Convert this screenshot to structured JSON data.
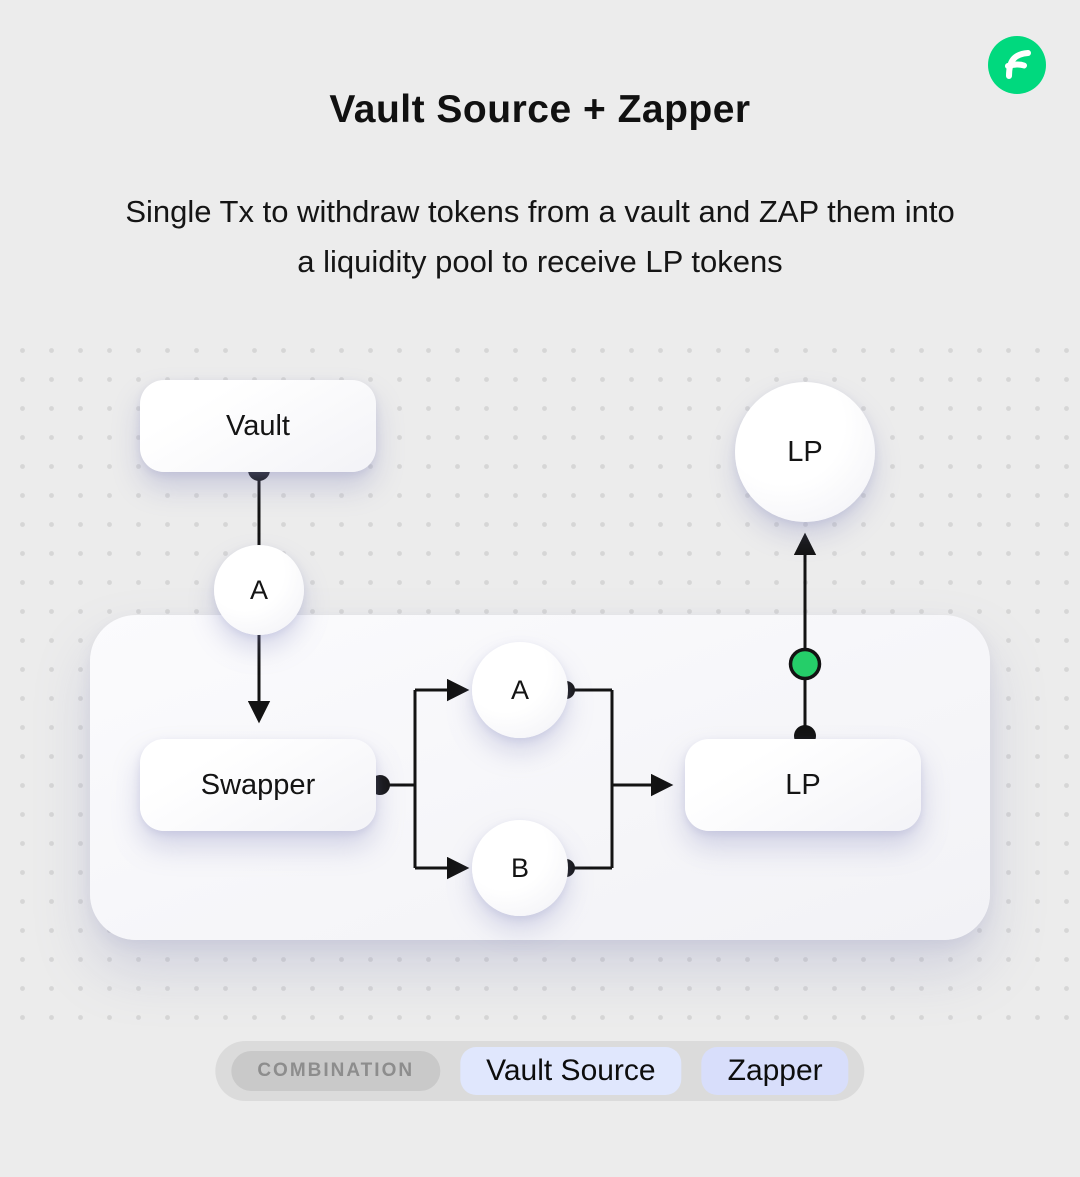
{
  "header": {
    "title": "Vault Source + Zapper",
    "subtitle": "Single Tx to withdraw tokens from a vault and ZAP them into a liquidity pool to receive LP tokens"
  },
  "diagram": {
    "vault_label": "Vault",
    "mid_token_label": "A",
    "swapper_label": "Swapper",
    "token_a_label": "A",
    "token_b_label": "B",
    "lp_pool_label": "LP",
    "lp_token_label": "LP"
  },
  "legend": {
    "badge": "COMBINATION",
    "tags": [
      "Vault Source",
      "Zapper"
    ]
  },
  "icons": {
    "brand_logo": "green-circle-f-glyph"
  },
  "colors": {
    "background": "#ececec",
    "logo_green": "#00d97e",
    "accent_green": "#25ce69",
    "line_black": "#131313",
    "tag_bg_1": "#e0e7fd",
    "tag_bg_2": "#d8defb",
    "badge_bg": "#c9c9c9",
    "badge_text": "#8d8d8d"
  }
}
